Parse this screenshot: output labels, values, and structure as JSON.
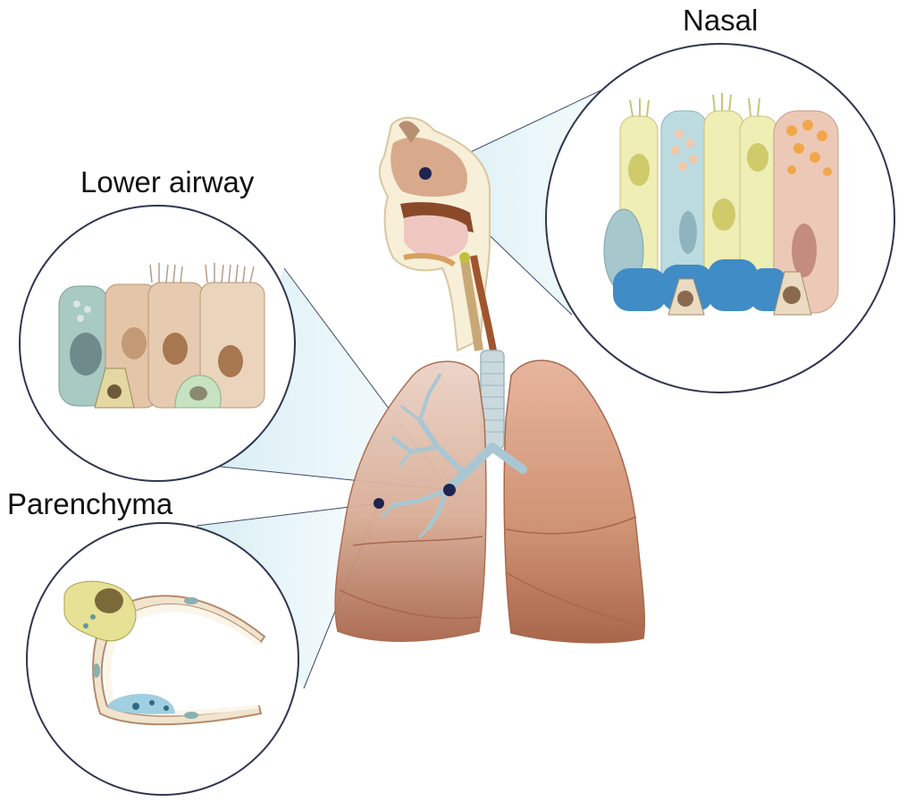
{
  "labels": {
    "nasal": "Nasal",
    "lower_airway": "Lower airway",
    "parenchyma": "Parenchyma"
  },
  "colors": {
    "circle_outline": "#2f3650",
    "callout_fill": "#d8eef4",
    "lung": "#c98e71",
    "marker": "#1d2550"
  }
}
